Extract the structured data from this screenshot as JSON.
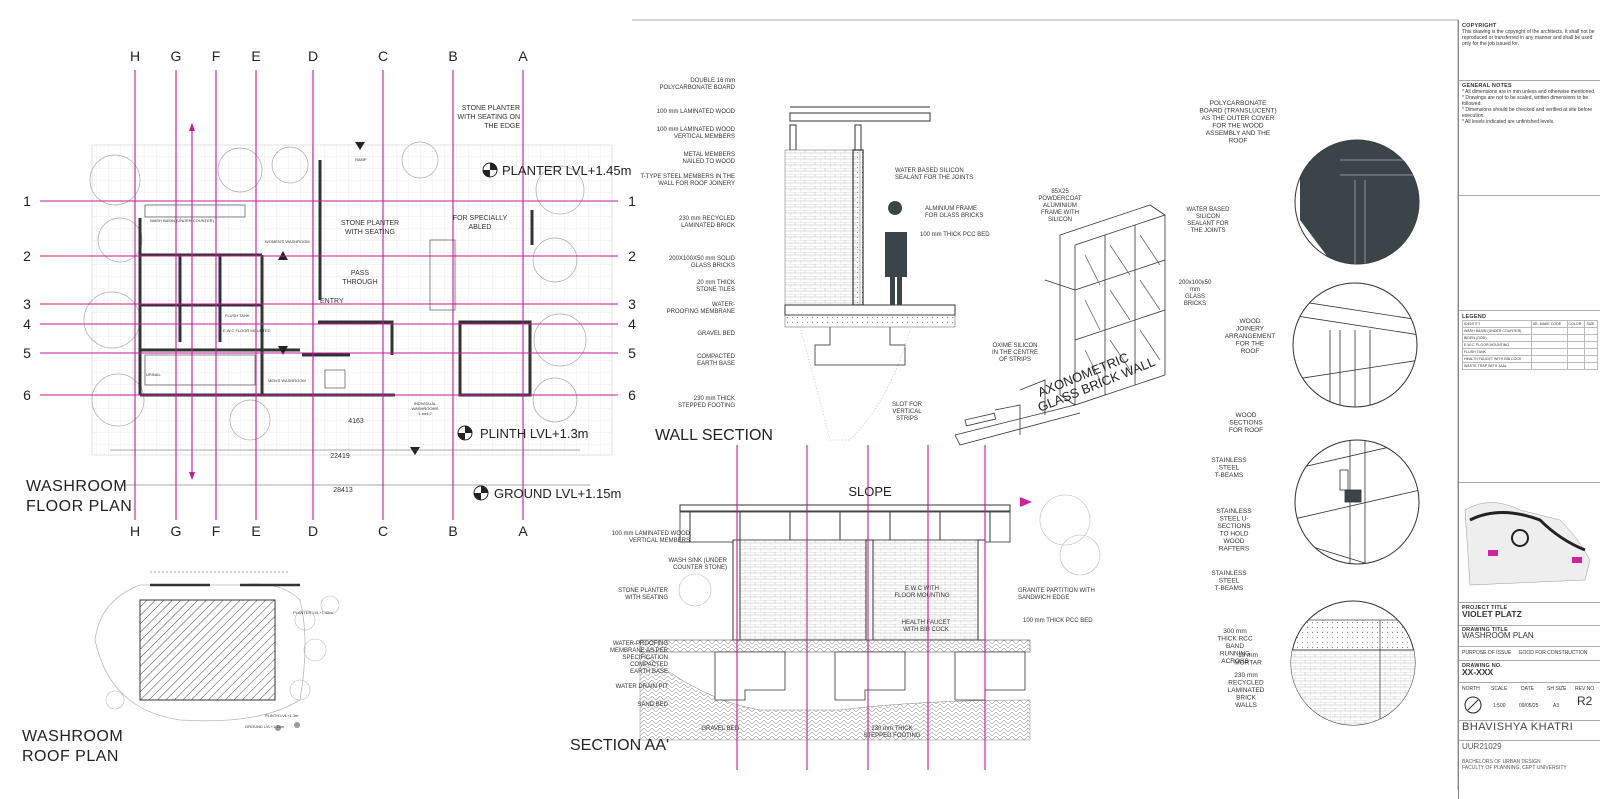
{
  "sheet": {
    "titles": {
      "floor_plan": [
        "WASHROOM",
        "FLOOR PLAN"
      ],
      "roof_plan": [
        "WASHROOM",
        "ROOF PLAN"
      ],
      "wall_section": "WALL SECTION",
      "section_aa": "SECTION AA'",
      "axonometric": [
        "AXONOMETRIC",
        "GLASS BRICK WALL"
      ]
    },
    "grid_letters": [
      "H",
      "G",
      "F",
      "E",
      "D",
      "C",
      "B",
      "A"
    ],
    "grid_numbers": [
      "1",
      "2",
      "3",
      "4",
      "5",
      "6"
    ],
    "levels": {
      "planter": "PLANTER LVL+1.45m",
      "plinth": "PLINTH LVL+1.3m",
      "ground": "GROUND LVL+1.15m"
    },
    "floor_plan_labels": {
      "stone_planter_edge": [
        "STONE PLANTER",
        "WITH SEATING ON",
        "THE EDGE"
      ],
      "stone_planter": [
        "STONE PLANTER",
        "WITH SEATING"
      ],
      "specially_abled": [
        "FOR SPECIALLY",
        "ABLED"
      ],
      "pass_through": [
        "PASS",
        "THROUGH"
      ],
      "entry": "ENTRY",
      "womens": "WOMEN'S WASHROOM",
      "mens": "MEN'S WASHROOM",
      "wash_sink": "WASH BASIN (UNDER COUNTER)",
      "ewc": "E.W.C FLOOR MOUNTED",
      "flush": "FLUSH TANK",
      "urinal": "URINAL",
      "individual": [
        "INDIVIDUAL",
        "WASHROOMS",
        "1 and 2"
      ],
      "dim_1": "4163",
      "dim_2": "22419",
      "dim_3": "28413",
      "ramp": "RAMP"
    },
    "wall_section_labels": [
      [
        "DOUBLE 16 mm",
        "POLYCARBONATE BOARD"
      ],
      [
        "100 mm LAMINATED WOOD"
      ],
      [
        "100 mm LAMINATED WOOD",
        "VERTICAL MEMBERS"
      ],
      [
        "METAL MEMBERS",
        "NAILED TO WOOD"
      ],
      [
        "T-TYPE STEEL MEMBERS IN THE",
        "WALL FOR ROOF JOINERY"
      ],
      [
        "230 mm RECYCLED",
        "LAMINATED BRICK"
      ],
      [
        "200X100X50 mm SOLID",
        "GLASS BRICKS"
      ],
      [
        "20 mm THICK",
        "STONE TILES"
      ],
      [
        "WATER-",
        "PROOFING MEMBRANE"
      ],
      [
        "GRAVEL BED"
      ],
      [
        "COMPACTED",
        "EARTH BASE"
      ],
      [
        "230 mm THICK",
        "STEPPED FOOTING"
      ]
    ],
    "wall_section_right_labels": [
      [
        "WATER BASED SILICON",
        "SEALANT FOR THE JOINTS"
      ],
      [
        "ALMINIUM FRAME",
        "FOR GLASS BRICKS"
      ],
      [
        "100 mm THICK PCC BED"
      ]
    ],
    "axo_labels": [
      [
        "85X25",
        "POWDERCOAT",
        "ALUMINIUM",
        "FRAME WITH",
        "SILICON"
      ],
      [
        "WATER BASED",
        "SILICON",
        "SEALANT FOR",
        "THE JOINTS"
      ],
      [
        "200x100x50",
        "mm",
        "GLASS",
        "BRICKS"
      ],
      [
        "OXIME SILICON",
        "IN THE CENTRE",
        "OF STRIPS"
      ],
      [
        "SLOT FOR",
        "VERTICAL",
        "STRIPS"
      ]
    ],
    "section_aa_labels": {
      "slope": "SLOPE",
      "left": [
        [
          "100 mm LAMINATED WOOD",
          "VERTICAL MEMBERS"
        ],
        [
          "WASH SINK (UNDER",
          "COUNTER STONE)"
        ],
        [
          "STONE PLANTER",
          "WITH SEATING"
        ],
        [
          "WATER-PROOFING",
          "MEMBRANE AS PER",
          "SPECIFICATION",
          "COMPACTED",
          "EARTH BASE"
        ],
        [
          "WATER DRAIN PIT"
        ],
        [
          "SAND BED"
        ],
        [
          "GRAVEL BED"
        ]
      ],
      "inner": [
        [
          "E.W.C WITH",
          "FLOOR MOUNTING"
        ],
        [
          "HEALTH FAUCET",
          "WITH BIB COCK"
        ],
        [
          "230 mm THICK",
          "STEPPED FOOTING"
        ]
      ],
      "right": [
        [
          "GRANITE PARTITION WITH",
          "SANDWICH EDGE"
        ],
        [
          "100 mm THICK PCC BED"
        ]
      ]
    },
    "detail_labels": [
      [
        "POLYCARBONATE",
        "BOARD (TRANSLUCENT)",
        "AS THE OUTER COVER",
        "FOR THE WOOD",
        "ASSEMBLY AND THE",
        "ROOF"
      ],
      [
        "WOOD",
        "JOINERY",
        "ARRANGEMENT",
        "FOR THE",
        "ROOF"
      ],
      [
        "WOOD",
        "SECTIONS",
        "FOR ROOF"
      ],
      [
        "STAINLESS",
        "STEEL",
        "T-BEAMS"
      ],
      [
        "STAINLESS",
        "STEEL U-",
        "SECTIONS",
        "TO HOLD",
        "WOOD",
        "RAFTERS"
      ],
      [
        "STAINLESS",
        "STEEL",
        "T-BEAMS"
      ],
      [
        "300 mm",
        "THICK RCC",
        "BAND",
        "RUNNING",
        "ACROSS"
      ],
      [
        "10 mm",
        "MORTAR"
      ],
      [
        "230 mm",
        "RECYCLED",
        "LAMINATED",
        "BRICK",
        "WALLS"
      ]
    ]
  },
  "title_block": {
    "copyright_head": "COPYRIGHT",
    "copyright_text": "This drawing is the copyright of the architects. It shall not be reproduced or transferred in any manner and shall be used only for the job issued for.",
    "notes_head": "GENERAL NOTES",
    "notes": [
      "* All dimensions are in mm unless and otherwise mentioned.",
      "* Drawings are not to be scaled, written dimensions to be followed.",
      "* Dimensions should be checked and verified at site before execution.",
      "* All levels indicated are unfinished levels."
    ],
    "legend_head": "LEGEND",
    "legend_cols": [
      "IDENTITY",
      "SR. MAKE CODE",
      "COLOR",
      "SIZE"
    ],
    "legend_rows": [
      "WASH BASIN (UNDER COUNTER)",
      "BIDEN (GOD)",
      "E.W.C. FLOOR MOUNTING",
      "FLUSH TANK",
      "HEALTH FAUCET WITH BIB COCK",
      "WASTE TRAP WITH JAAL"
    ],
    "project_title_label": "PROJECT TITLE",
    "project_title": "VIOLET PLATZ",
    "drawing_title_label": "DRAWING TITLE",
    "drawing_title": "WASHROOM PLAN",
    "purpose_label": "PURPOSE OF ISSUE",
    "purpose": "GOOD FOR CONSTRUCTION",
    "drawing_no_label": "DRAWING NO.",
    "drawing_no": "XX-XXX",
    "meta_labels": [
      "NORTH",
      "SCALE",
      "DATE",
      "SH SIZE",
      "REV NO."
    ],
    "scale": "1:500",
    "date": "09/05/25",
    "sheet_size": "A3",
    "rev": "R2",
    "author": "BHAVISHYA KHATRI",
    "author_id": "UUR21029",
    "program": "BACHELORS OF URBAN DESIGN",
    "faculty": "FACULTY OF PLANNING, CEPT UNIVERSITY"
  },
  "colors": {
    "grid": "#c5189a",
    "ink": "#333333",
    "detail_fill": "#3a4449",
    "magenta_mark": "#d0229c"
  }
}
